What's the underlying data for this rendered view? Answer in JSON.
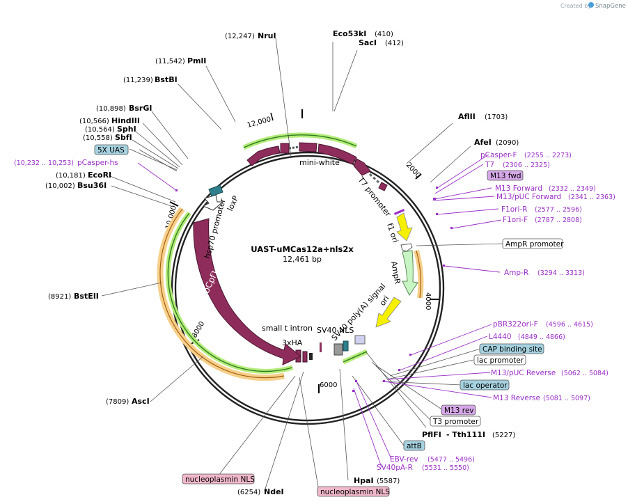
{
  "watermark": {
    "prefix": "Created by",
    "brand": "SnapGene"
  },
  "plasmid": {
    "name": "UAST-uMCas12a+nls2x",
    "length": "12,461 bp"
  },
  "ticks": [
    "2000",
    "4000",
    "6000",
    "8000",
    "10,000",
    "12,000"
  ],
  "enzymes": [
    {
      "name": "NruI",
      "pos": "(12,247)"
    },
    {
      "name": "Eco53kI",
      "pos": "(410)"
    },
    {
      "name": "SacI",
      "pos": "(412)"
    },
    {
      "name": "PmlI",
      "pos": "(11,542)"
    },
    {
      "name": "BstBI",
      "pos": "(11,239)"
    },
    {
      "name": "AflII",
      "pos": "(1703)"
    },
    {
      "name": "BsrGI",
      "pos": "(10,898)"
    },
    {
      "name": "HindIII",
      "pos": "(10,566)"
    },
    {
      "name": "SphI",
      "pos": "(10,564)"
    },
    {
      "name": "SbfI",
      "pos": "(10,558)"
    },
    {
      "name": "AfeI",
      "pos": "(2090)"
    },
    {
      "name": "EcoRI",
      "pos": "(10,181)"
    },
    {
      "name": "Bsu36I",
      "pos": "(10,002)"
    },
    {
      "name": "BstEII",
      "pos": "(8921)"
    },
    {
      "name": "AscI",
      "pos": "(7809)"
    },
    {
      "name": "NdeI",
      "pos": "(6254)"
    },
    {
      "name": "HpaI",
      "pos": "(5587)"
    },
    {
      "name": "PflFI",
      "pos": ""
    },
    {
      "name": "- Tth111I",
      "pos": "(5227)"
    }
  ],
  "primers": [
    {
      "name": "pCasper-hs",
      "pos": "(10,232 .. 10,253)"
    },
    {
      "name": "pCasper-F",
      "pos": "(2255 .. 2273)"
    },
    {
      "name": "T7",
      "pos": "(2306 .. 2325)"
    },
    {
      "name": "M13 Forward",
      "pos": "(2332 .. 2349)"
    },
    {
      "name": "M13/pUC Forward",
      "pos": "(2341 .. 2363)"
    },
    {
      "name": "F1ori-R",
      "pos": "(2577 .. 2596)"
    },
    {
      "name": "F1ori-F",
      "pos": "(2787 .. 2808)"
    },
    {
      "name": "Amp-R",
      "pos": "(3294 .. 3313)"
    },
    {
      "name": "pBR322ori-F",
      "pos": "(4596 .. 4615)"
    },
    {
      "name": "L4440",
      "pos": "(4849 .. 4866)"
    },
    {
      "name": "M13/pUC Reverse",
      "pos": "(5062 .. 5084)"
    },
    {
      "name": "M13 Reverse",
      "pos": "(5081 .. 5097)"
    },
    {
      "name": "EBV-rev",
      "pos": "(5477 .. 5496)"
    },
    {
      "name": "SV40pA-R",
      "pos": "(5531 .. 5550)"
    }
  ],
  "boxes": [
    {
      "name": "5X UAS",
      "color": "#a6d2e0"
    },
    {
      "name": "M13 fwd",
      "color": "#d6a8e8"
    },
    {
      "name": "AmpR promoter",
      "color": "#ffffff"
    },
    {
      "name": "CAP binding site",
      "color": "#a6d2e0"
    },
    {
      "name": "lac promoter",
      "color": "#ffffff"
    },
    {
      "name": "lac operator",
      "color": "#a6d2e0"
    },
    {
      "name": "M13 rev",
      "color": "#d6a8e8"
    },
    {
      "name": "T3 promoter",
      "color": "#ffffff"
    },
    {
      "name": "attB",
      "color": "#a6d2e0"
    },
    {
      "name": "nucleoplasmin NLS",
      "color": "#f1b8cc"
    },
    {
      "name": "nucleoplasmin NLS",
      "color": "#f1b8cc"
    }
  ],
  "features": [
    "mini-white",
    "T7 promoter",
    "f1 ori",
    "AmpR",
    "ori",
    "SV40 poly(A) signal",
    "SV40 NLS",
    "small t intron",
    "3xHA",
    "LbCpf1",
    "hsp70 promoter",
    "loxP"
  ],
  "colors": {
    "cds": "#8e2d5b",
    "ori_yellow": "#f5ef00",
    "ampr_green": "#c8f5c4",
    "green_hl": "#b4ec7a",
    "orange_hl": "#f7cf8a",
    "primer": "#9b2fc7",
    "teal": "#2f7f8c"
  }
}
